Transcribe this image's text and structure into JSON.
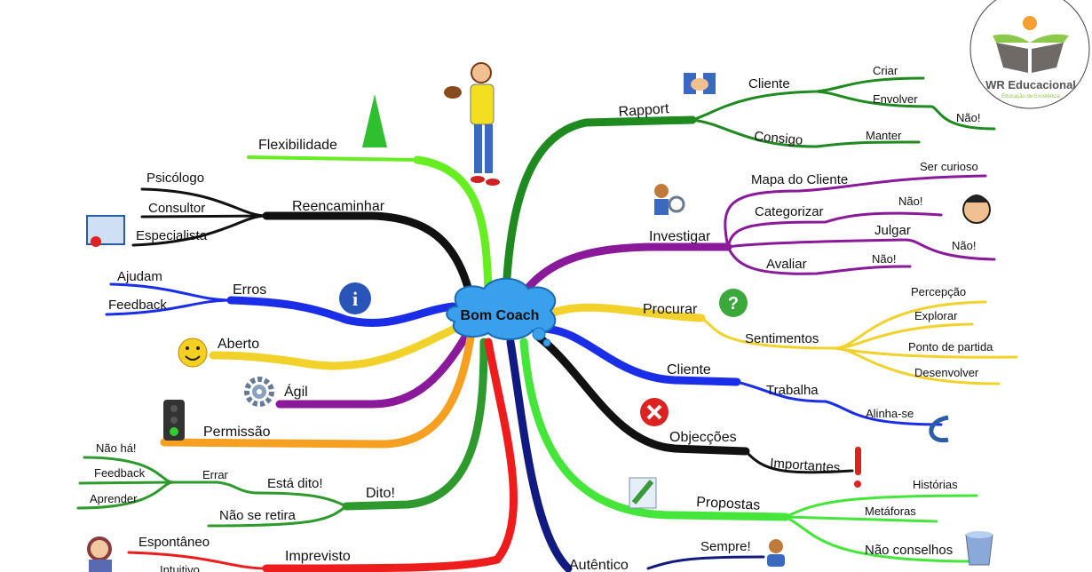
{
  "logo": {
    "name": "WR Educacional",
    "tagline": "Educação de Excelência"
  },
  "center": "Bom Coach",
  "colors": {
    "flex": "#66ee22",
    "black": "#111111",
    "blue": "#1a2ee8",
    "yellow": "#f2d22a",
    "purple": "#8a1a9a",
    "orange": "#f5a020",
    "green": "#2e9a2e",
    "red": "#ee1c1c",
    "darkgreen": "#1f8a1f",
    "navy": "#101a80"
  },
  "left": {
    "flexibilidade": "Flexibilidade",
    "reencaminhar": {
      "label": "Reencaminhar",
      "subs": [
        "Psicólogo",
        "Consultor",
        "Especialista"
      ]
    },
    "erros": {
      "label": "Erros",
      "subs": [
        "Ajudam",
        "Feedback"
      ]
    },
    "aberto": "Aberto",
    "agil": "Ágil",
    "permissao": "Permissão",
    "dito": {
      "label": "Dito!",
      "esta_dito": "Está dito!",
      "nao_se_retira": "Não se retira",
      "errar": "Errar",
      "subs": [
        "Não há!",
        "Feedback",
        "Aprender"
      ]
    },
    "imprevisto": {
      "label": "Imprevisto",
      "subs": [
        "Espontâneo",
        "Intuitivo"
      ]
    }
  },
  "right": {
    "rapport": {
      "label": "Rapport",
      "cliente": "Cliente",
      "consigo": "Consigo",
      "criar": "Criar",
      "envolver": "Envolver",
      "nao": "Não!",
      "manter": "Manter"
    },
    "investigar": {
      "label": "Investigar",
      "mapa": "Mapa do Cliente",
      "ser_curioso": "Ser curioso",
      "categorizar": "Categorizar",
      "nao1": "Não!",
      "julgar": "Julgar",
      "nao2": "Não!",
      "avaliar": "Avaliar",
      "nao3": "Não!"
    },
    "procurar": {
      "label": "Procurar",
      "sentimentos": "Sentimentos",
      "subs": [
        "Percepção",
        "Explorar",
        "Ponto de partida",
        "Desenvolver"
      ]
    },
    "cliente": {
      "label": "Cliente",
      "trabalha": "Trabalha",
      "alinha": "Alinha-se"
    },
    "objeccoes": {
      "label": "Objecções",
      "importantes": "Importantes"
    },
    "propostas": {
      "label": "Propostas",
      "subs": [
        "Histórias",
        "Metáforas",
        "Não conselhos"
      ]
    },
    "autentico": {
      "label": "Autêntico",
      "sempre": "Sempre!"
    }
  }
}
